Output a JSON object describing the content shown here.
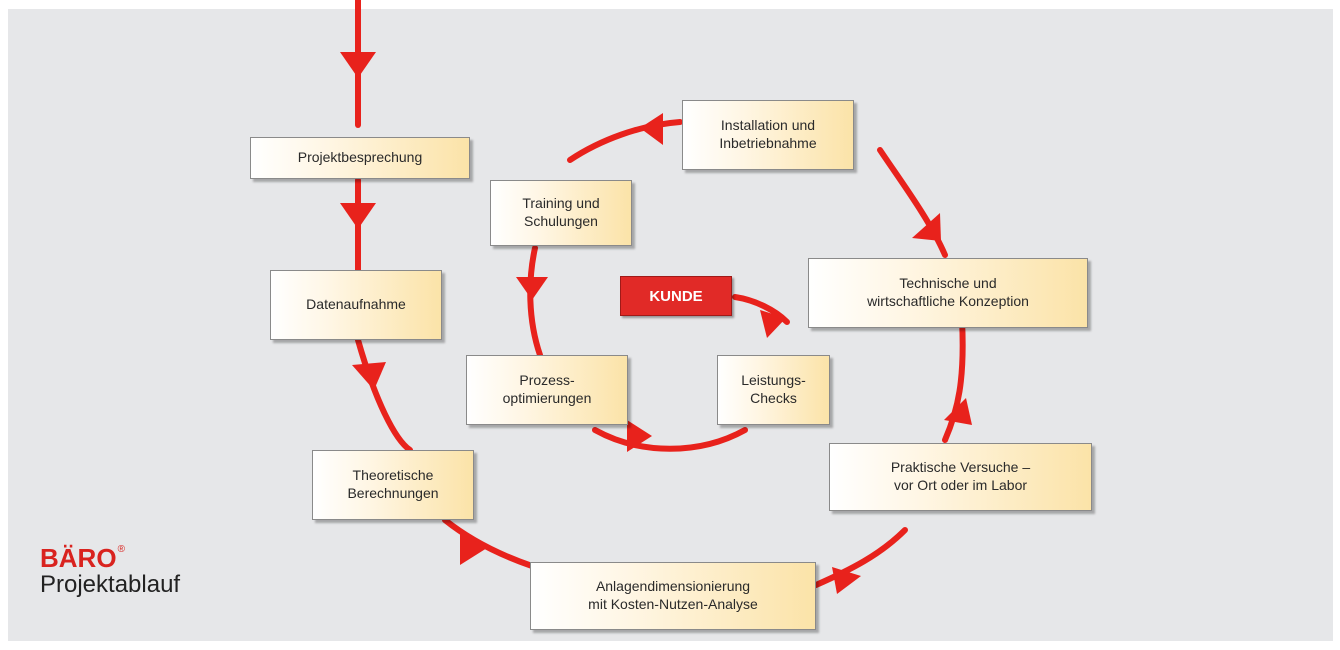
{
  "brand": {
    "logo_text": "BÄRO",
    "trademark": "®",
    "subtitle": "Projektablauf"
  },
  "center": {
    "label": "KUNDE"
  },
  "steps": [
    {
      "lines": [
        "Projektbesprechung"
      ]
    },
    {
      "lines": [
        "Datenaufnahme"
      ]
    },
    {
      "lines": [
        "Theoretische",
        "Berechnungen"
      ]
    },
    {
      "lines": [
        "Anlagendimensionierung",
        "mit Kosten-Nutzen-Analyse"
      ]
    },
    {
      "lines": [
        "Praktische Versuche –",
        "vor Ort oder im Labor"
      ]
    },
    {
      "lines": [
        "Technische und",
        "wirtschaftliche Konzeption"
      ]
    },
    {
      "lines": [
        "Installation und",
        "Inbetriebnahme"
      ]
    },
    {
      "lines": [
        "Training und",
        "Schulungen"
      ]
    },
    {
      "lines": [
        "Prozess-",
        "optimierungen"
      ]
    },
    {
      "lines": [
        "Leistungs-",
        "Checks"
      ]
    }
  ],
  "colors": {
    "arrow": "#e8221c",
    "background": "#e6e7e9",
    "box_gradient_end": "#fbe3a8",
    "kunde_fill": "#e12a27"
  }
}
